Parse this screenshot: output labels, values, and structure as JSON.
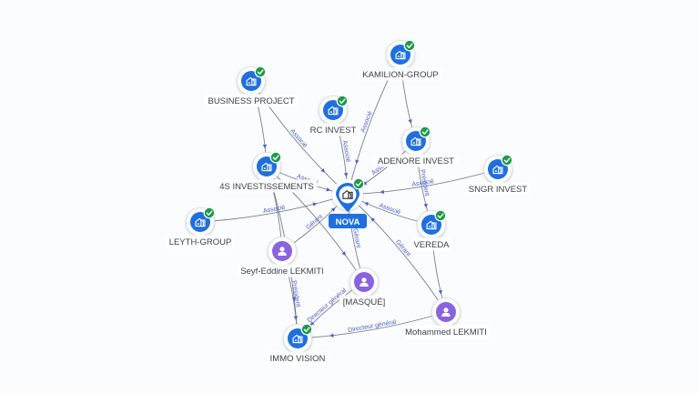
{
  "colors": {
    "company": "#1f6fe0",
    "person": "#8a63e0",
    "focus": "#1f6fe0",
    "check": "#1f9a4a",
    "edge": "#5f6b80",
    "edge_label": "#4c62c9",
    "label_bg": "#ffffff"
  },
  "nodes": [
    {
      "id": "kamilion",
      "label": "KAMILION-GROUP",
      "type": "company",
      "icon": "building-icon",
      "verified": true
    },
    {
      "id": "business",
      "label": "BUSINESS PROJECT",
      "type": "company",
      "icon": "building-icon",
      "verified": true
    },
    {
      "id": "rcinvest",
      "label": "RC INVEST",
      "type": "company",
      "icon": "building-icon",
      "verified": true
    },
    {
      "id": "adenore",
      "label": "ADENORE INVEST",
      "type": "company",
      "icon": "building-icon",
      "verified": true
    },
    {
      "id": "4s",
      "label": "4S INVESTISSEMENTS",
      "type": "company",
      "icon": "building-icon",
      "verified": true
    },
    {
      "id": "sngr",
      "label": "SNGR INVEST",
      "type": "company",
      "icon": "building-icon",
      "verified": true
    },
    {
      "id": "nova",
      "label": "NOVA",
      "type": "focus",
      "icon": "building-icon",
      "verified": true
    },
    {
      "id": "leyth",
      "label": "LEYTH-GROUP",
      "type": "company",
      "icon": "building-icon",
      "verified": true
    },
    {
      "id": "vereda",
      "label": "VEREDA",
      "type": "company",
      "icon": "building-icon",
      "verified": true
    },
    {
      "id": "seyf",
      "label": "Seyf-Eddine LEKMITI",
      "type": "person",
      "icon": "person-icon",
      "verified": false
    },
    {
      "id": "masque",
      "label": "[MASQUÉ]",
      "type": "person",
      "icon": "person-icon",
      "verified": false
    },
    {
      "id": "mohammed",
      "label": "Mohammed LEKMITI",
      "type": "person",
      "icon": "person-icon",
      "verified": false
    },
    {
      "id": "immo",
      "label": "IMMO VISION",
      "type": "company",
      "icon": "building-icon",
      "verified": true
    }
  ],
  "edges": [
    {
      "from": "business",
      "to": "nova",
      "label": "Associé"
    },
    {
      "from": "rcinvest",
      "to": "nova",
      "label": "Associé"
    },
    {
      "from": "kamilion",
      "to": "nova",
      "label": "Associé"
    },
    {
      "from": "adenore",
      "to": "nova",
      "label": "Associé"
    },
    {
      "from": "4s",
      "to": "nova",
      "label": "Associé"
    },
    {
      "from": "sngr",
      "to": "nova",
      "label": "Associé"
    },
    {
      "from": "leyth",
      "to": "nova",
      "label": "Associé"
    },
    {
      "from": "vereda",
      "to": "nova",
      "label": "Associé"
    },
    {
      "from": "seyf",
      "to": "nova",
      "label": "Gérant"
    },
    {
      "from": "masque",
      "to": "nova",
      "label": "Gérant"
    },
    {
      "from": "mohammed",
      "to": "nova",
      "label": "Gérant"
    },
    {
      "from": "seyf",
      "to": "immo",
      "label": "Président"
    },
    {
      "from": "masque",
      "to": "immo",
      "label": "Directeur général"
    },
    {
      "from": "mohammed",
      "to": "immo",
      "label": "Directeur général"
    },
    {
      "from": "adenore",
      "to": "vereda",
      "label": "Président"
    },
    {
      "from": "business",
      "to": "4s",
      "label": ""
    },
    {
      "from": "kamilion",
      "to": "adenore",
      "label": ""
    },
    {
      "from": "4s",
      "to": "immo",
      "label": ""
    },
    {
      "from": "vereda",
      "to": "mohammed",
      "label": ""
    },
    {
      "from": "4s",
      "to": "masque",
      "label": ""
    },
    {
      "from": "seyf",
      "to": "4s",
      "label": ""
    }
  ]
}
